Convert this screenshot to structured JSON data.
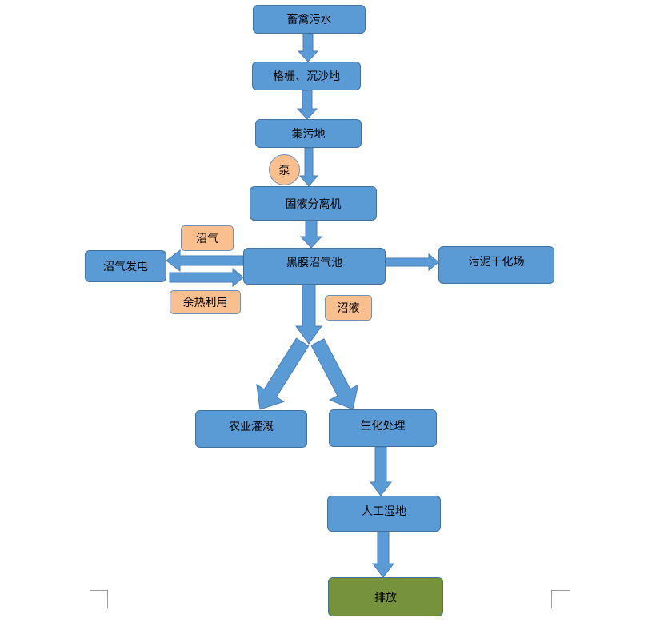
{
  "colors": {
    "box": "#5b9bd5",
    "arrow": "#5b9bd5",
    "label": "#f9bf8f",
    "final": "#76923c"
  },
  "nodes": {
    "wastewater": "畜禽污水",
    "grille": "格栅、沉沙地",
    "collection": "集污地",
    "pump": "泵",
    "separator": "固液分离机",
    "biogas_label": "沼气",
    "power": "沼气发电",
    "digester": "黑膜沼气池",
    "sludge": "污泥干化场",
    "heat_label": "余热利用",
    "slurry_label": "沼液",
    "irrigation": "农业灌溉",
    "biochem": "生化处理",
    "wetland": "人工湿地",
    "discharge": "排放"
  }
}
